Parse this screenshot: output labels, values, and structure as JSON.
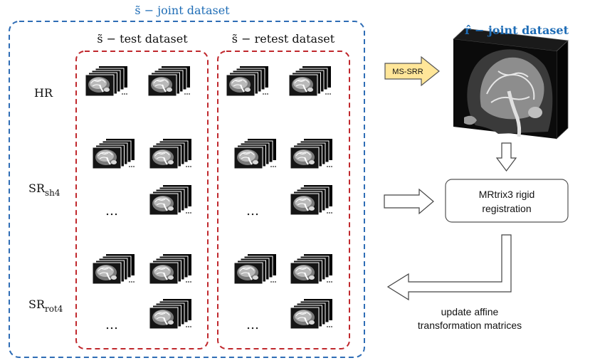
{
  "joint_dataset_title": "s̃  − joint dataset",
  "test_dataset_title": "s̃  − test dataset",
  "retest_dataset_title": "s̃  − retest dataset",
  "reference_title": "r̂  − joint dataset",
  "rows": {
    "hr": {
      "label": "HR",
      "sub": ""
    },
    "sh4": {
      "label": "SR",
      "sub": "sh4"
    },
    "rot4": {
      "label": "SR",
      "sub": "rot4"
    }
  },
  "ellipsis": "…",
  "msrr_label": "MS-SRR",
  "registration_line1": "MRtrix3 rigid",
  "registration_line2": "registration",
  "update_line1": "update affine",
  "update_line2": "transformation matrices",
  "colors": {
    "blue": "#2f6db5",
    "red": "#c0282d",
    "title_blue": "#1f6db6",
    "msrr_fill": "#ffe699",
    "gray_border": "#555555"
  }
}
